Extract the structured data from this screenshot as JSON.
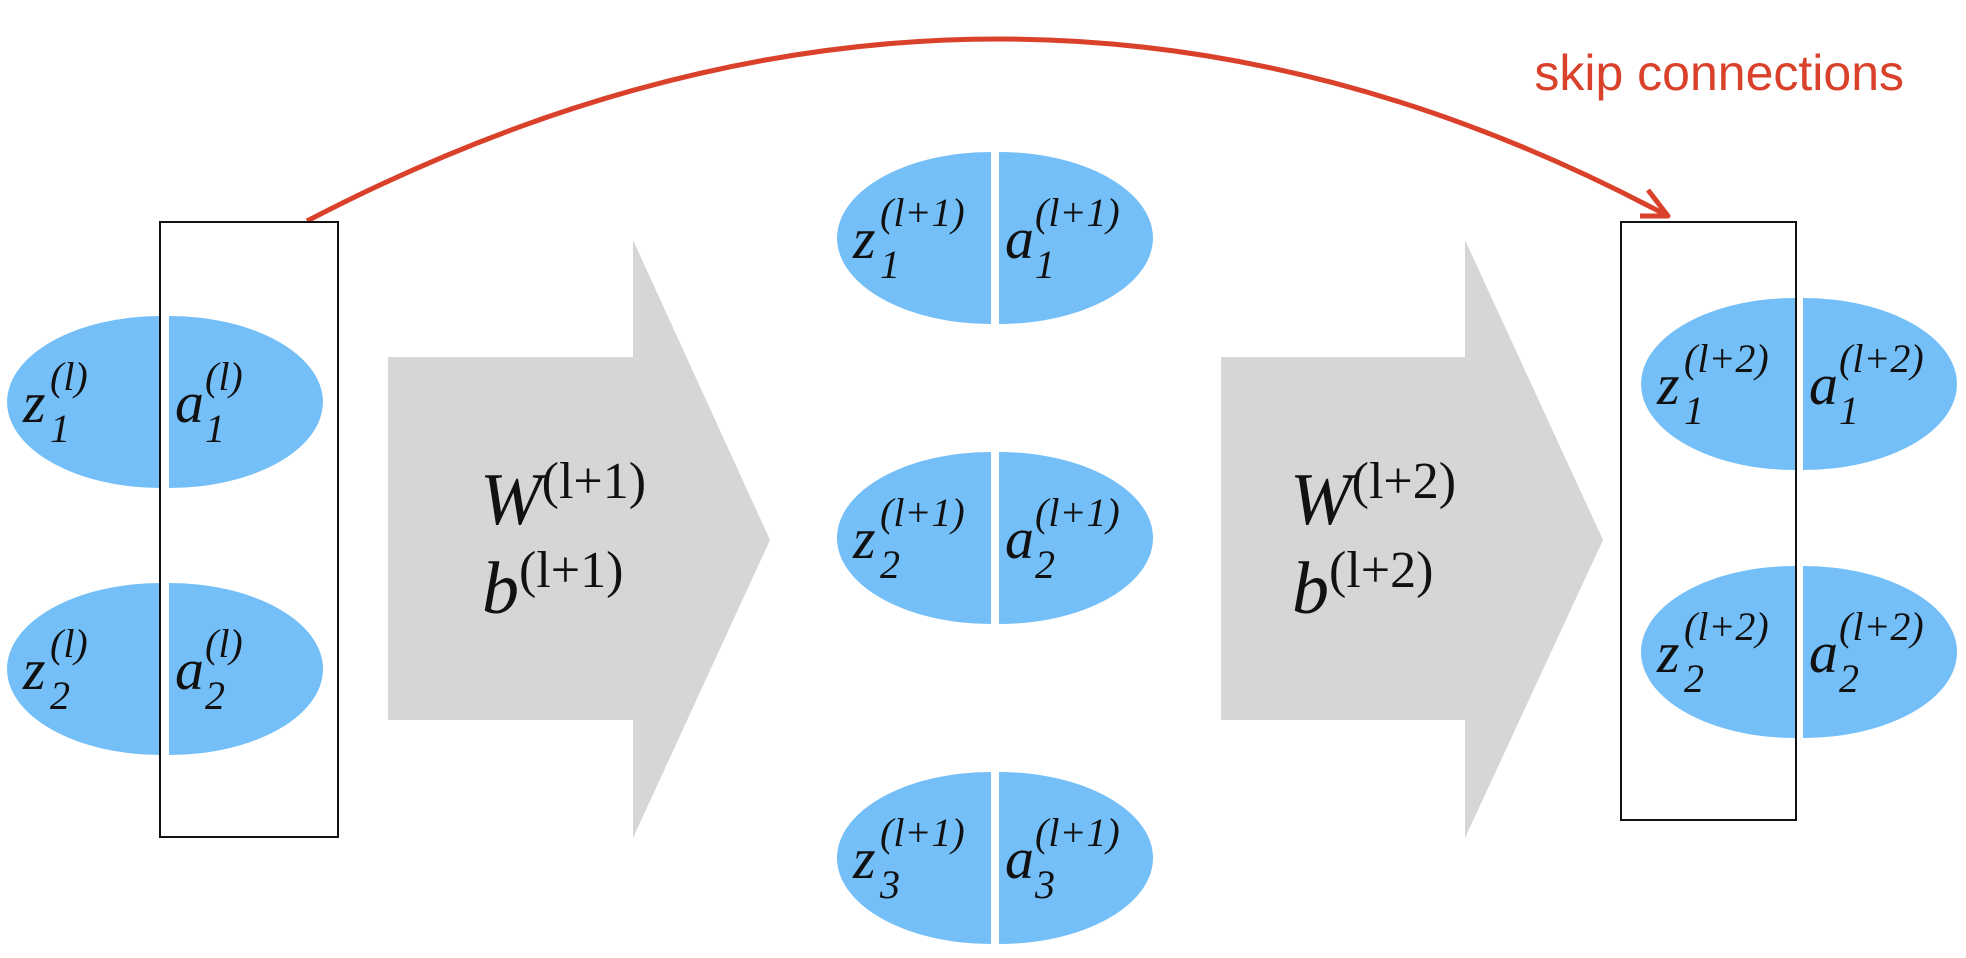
{
  "skip_label": "skip connections",
  "colors": {
    "neuron_fill": "#75bff8",
    "arrow_fill": "#d6d6d6",
    "skip_color": "#d9412b",
    "box_stroke": "#111111"
  },
  "layer_l": [
    {
      "z": "z",
      "a": "a",
      "sub": "1",
      "sup": "(l)"
    },
    {
      "z": "z",
      "a": "a",
      "sub": "2",
      "sup": "(l)"
    }
  ],
  "layer_l1": [
    {
      "z": "z",
      "a": "a",
      "sub": "1",
      "sup": "(l+1)"
    },
    {
      "z": "z",
      "a": "a",
      "sub": "2",
      "sup": "(l+1)"
    },
    {
      "z": "z",
      "a": "a",
      "sub": "3",
      "sup": "(l+1)"
    }
  ],
  "layer_l2": [
    {
      "z": "z",
      "a": "a",
      "sub": "1",
      "sup": "(l+2)"
    },
    {
      "z": "z",
      "a": "a",
      "sub": "2",
      "sup": "(l+2)"
    }
  ],
  "transform_1": {
    "w": "W",
    "w_sup": "(l+1)",
    "b": "b",
    "b_sup": "(l+1)"
  },
  "transform_2": {
    "w": "W",
    "w_sup": "(l+2)",
    "b": "b",
    "b_sup": "(l+2)"
  }
}
